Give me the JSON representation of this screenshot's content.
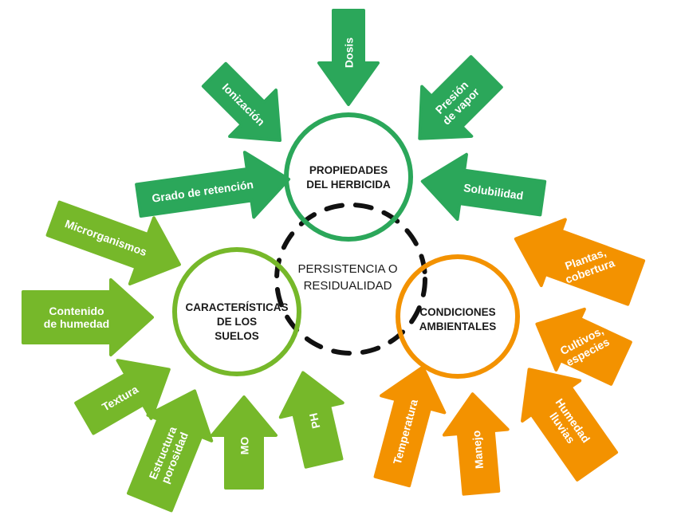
{
  "colors": {
    "herbicide": "#2ba75a",
    "soil": "#76b82a",
    "environment": "#f39200",
    "dashed": "#111111",
    "text": "#1a1a1a"
  },
  "center": {
    "line1": "PERSISTENCIA O",
    "line2": "RESIDUALIDAD"
  },
  "groups": {
    "herbicide": {
      "label_lines": [
        "PROPIEDADES",
        "DEL HERBICIDA"
      ],
      "factors": [
        {
          "key": "dosis",
          "lines": [
            "Dosis"
          ]
        },
        {
          "key": "ionizacion",
          "lines": [
            "Ionización"
          ]
        },
        {
          "key": "presion",
          "lines": [
            "Presión",
            "de vapor"
          ]
        },
        {
          "key": "retencion",
          "lines": [
            "Grado de retención"
          ]
        },
        {
          "key": "solubilidad",
          "lines": [
            "Solubilidad"
          ]
        }
      ]
    },
    "soil": {
      "label_lines": [
        "CARACTERÍSTICAS",
        "DE LOS",
        "SUELOS"
      ],
      "factors": [
        {
          "key": "microorganismos",
          "lines": [
            "Microrganismos"
          ]
        },
        {
          "key": "humedad",
          "lines": [
            "Contenido",
            "de humedad"
          ]
        },
        {
          "key": "textura",
          "lines": [
            "Textura"
          ]
        },
        {
          "key": "estructura",
          "lines": [
            "Estructura",
            "porosidad"
          ]
        },
        {
          "key": "mo",
          "lines": [
            "MO"
          ]
        },
        {
          "key": "ph",
          "lines": [
            "PH"
          ]
        }
      ]
    },
    "environment": {
      "label_lines": [
        "CONDICIONES",
        "AMBIENTALES"
      ],
      "factors": [
        {
          "key": "plantas",
          "lines": [
            "Plantas,",
            "cobertura"
          ]
        },
        {
          "key": "cultivos",
          "lines": [
            "Cultivos,",
            "especies"
          ]
        },
        {
          "key": "temperatura",
          "lines": [
            "Temperatura"
          ]
        },
        {
          "key": "manejo",
          "lines": [
            "Manejo"
          ]
        },
        {
          "key": "lluvias",
          "lines": [
            "Humedad",
            "lluvias"
          ]
        }
      ]
    }
  }
}
